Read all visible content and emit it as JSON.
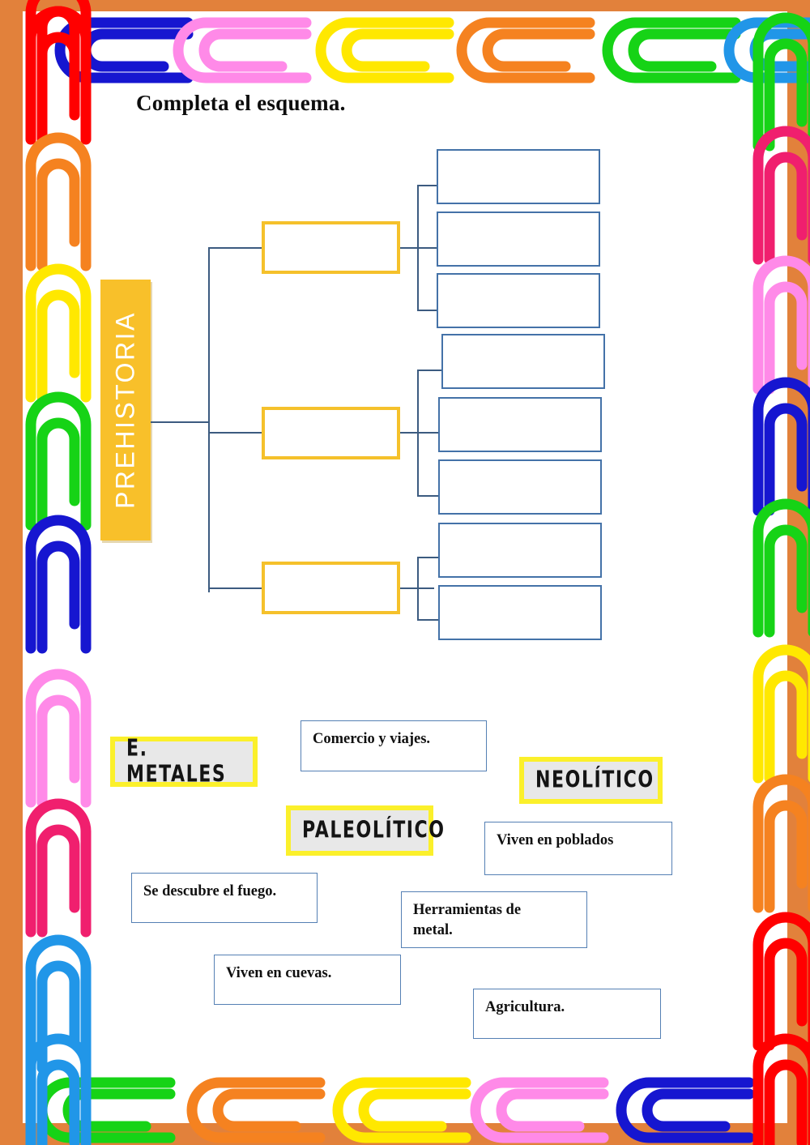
{
  "page": {
    "title": "Completa el esquema.",
    "background_color": "#E2813B",
    "sheet_color": "#FFFFFF"
  },
  "colors": {
    "root_fill": "#F8C02A",
    "root_text": "#FFFFFF",
    "level1_border": "#F5C12B",
    "level2_border": "#4472A8",
    "connector": "#3C5B80",
    "tag_border": "#FBF02B",
    "tag_fill": "#E8E8E8",
    "fact_border": "#5580B4"
  },
  "diagram": {
    "root": {
      "label": "PREHISTORIA"
    },
    "branches": [
      {
        "label": "",
        "children": [
          {
            "label": ""
          },
          {
            "label": ""
          },
          {
            "label": ""
          }
        ]
      },
      {
        "label": "",
        "children": [
          {
            "label": ""
          },
          {
            "label": ""
          },
          {
            "label": ""
          }
        ]
      },
      {
        "label": "",
        "children": [
          {
            "label": ""
          },
          {
            "label": ""
          }
        ]
      }
    ]
  },
  "word_bank": {
    "period_tags": [
      {
        "label": "E. METALES"
      },
      {
        "label": "NEOLÍTICO"
      },
      {
        "label": "PALEOLÍTICO"
      }
    ],
    "fact_cards": [
      {
        "line1": "Comercio y viajes.",
        "line2": ""
      },
      {
        "line1": "Viven en poblados",
        "line2": ""
      },
      {
        "line1": "Se descubre el fuego.",
        "line2": ""
      },
      {
        "line1": "Herramientas de",
        "line2": "metal."
      },
      {
        "line1": "Viven en cuevas.",
        "line2": ""
      },
      {
        "line1": "Agricultura.",
        "line2": ""
      }
    ]
  },
  "decoration": {
    "border_style": "paperclip-chain",
    "clip_colors_top": [
      "#FF0000",
      "#1616D0",
      "#FF8AE8",
      "#FFE800",
      "#F58220",
      "#16D316",
      "#2196E8"
    ],
    "clip_colors_left": [
      "#FF0000",
      "#F58220",
      "#FFE800",
      "#16D316",
      "#1616D0",
      "#FF8AE8",
      "#F01F6E",
      "#2196E8"
    ],
    "clip_colors_right": [
      "#2196E8",
      "#F01F6E",
      "#FF8AE8",
      "#1616D0",
      "#16D316",
      "#FFE800",
      "#F58220",
      "#FF0000"
    ],
    "clip_colors_bottom": [
      "#2196E8",
      "#16D316",
      "#F58220",
      "#FFE800",
      "#FF8AE8",
      "#1616D0",
      "#FF0000"
    ]
  }
}
